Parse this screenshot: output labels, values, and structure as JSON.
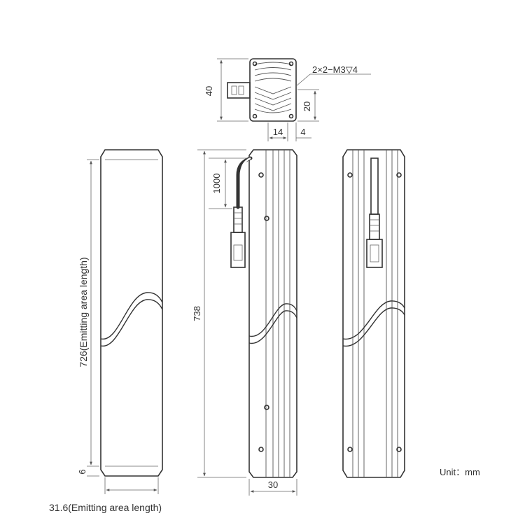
{
  "dimensions": {
    "top_height": "40",
    "mount_hole": "2×2−M3",
    "mount_depth": "4",
    "top_offset_20": "20",
    "top_width_14": "14",
    "top_width_4": "4",
    "cable_length": "1000",
    "total_length": "738",
    "emitting_length": "726(Emitting area length)",
    "edge_margin": "6",
    "width_30": "30",
    "emitting_width": "31.6(Emitting area length)"
  },
  "unit_label": "Unit：mm",
  "colors": {
    "line": "#333333",
    "dim_line": "#666666",
    "text": "#333333"
  }
}
